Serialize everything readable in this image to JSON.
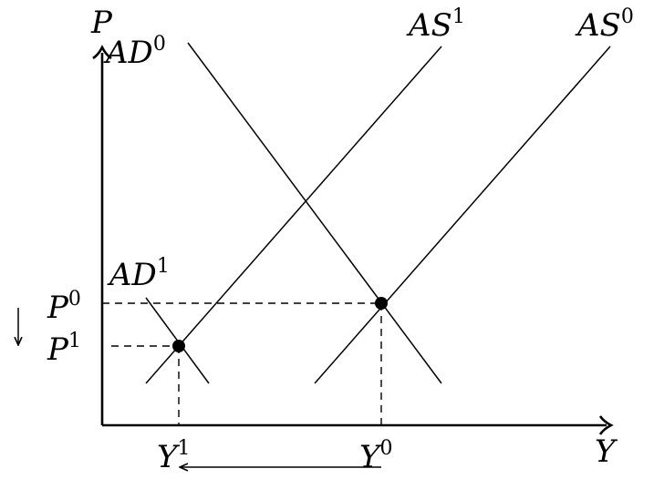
{
  "colors": {
    "ink": "#000000",
    "background": "#ffffff"
  },
  "axes": {
    "y_label": "P",
    "x_label": "Y"
  },
  "curves": {
    "ad0": {
      "name": "AD",
      "sup": "0"
    },
    "as1": {
      "name": "AS",
      "sup": "1"
    },
    "as0": {
      "name": "AS",
      "sup": "0"
    },
    "ad1": {
      "name": "AD",
      "sup": "1"
    }
  },
  "levels": {
    "p0": {
      "name": "P",
      "sup": "0"
    },
    "p1": {
      "name": "P",
      "sup": "1"
    },
    "y0": {
      "name": "Y",
      "sup": "0"
    },
    "y1": {
      "name": "Y",
      "sup": "1"
    }
  },
  "indicators": {
    "price_shift": "down-arrow",
    "output_shift": "left-arrow"
  }
}
